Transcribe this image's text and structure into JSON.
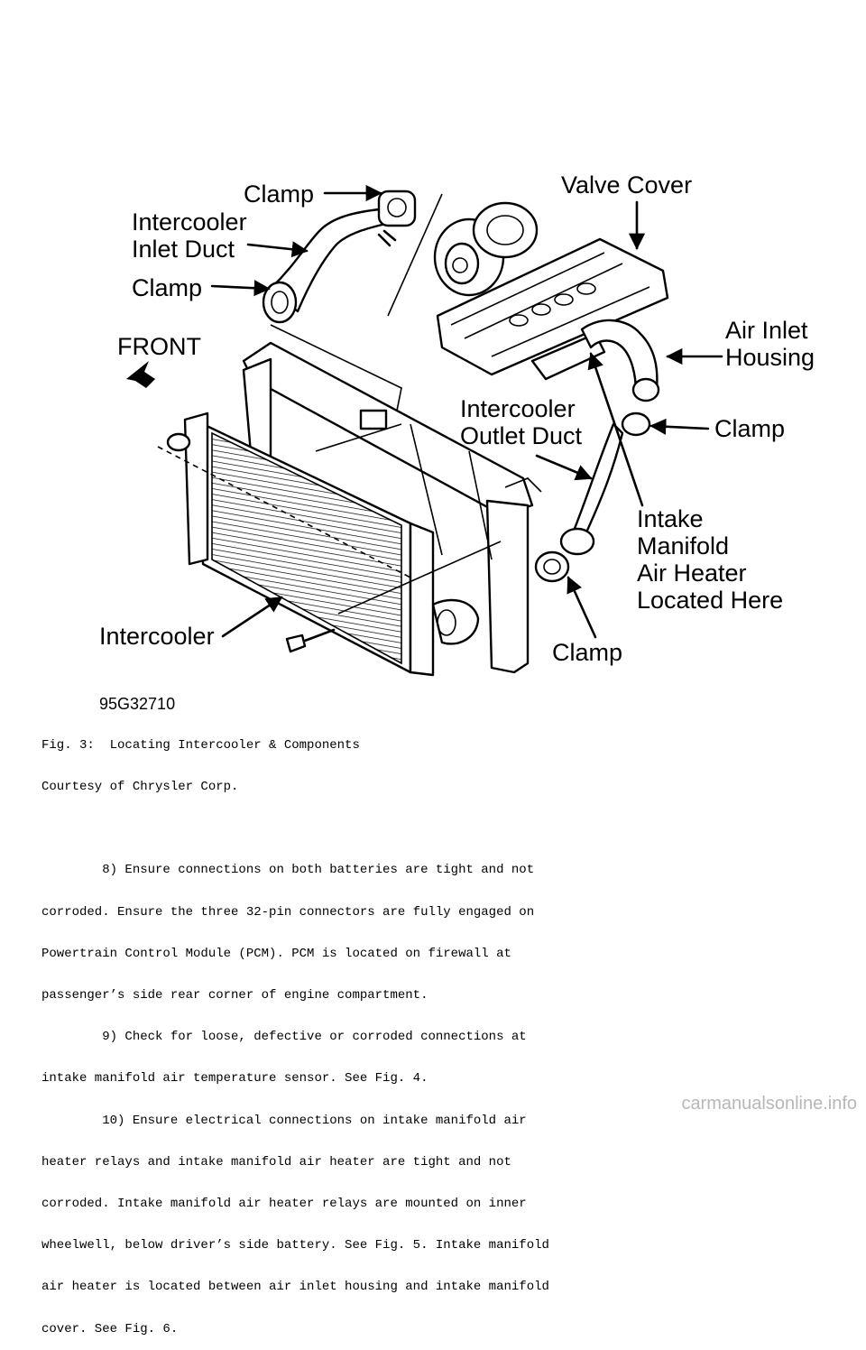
{
  "figure": {
    "labels": {
      "clamp_top": "Clamp",
      "intercooler_inlet_duct_1": "Intercooler",
      "intercooler_inlet_duct_2": "Inlet Duct",
      "clamp_mid": "Clamp",
      "front": "FRONT",
      "valve_cover": "Valve Cover",
      "air_inlet_housing_1": "Air Inlet",
      "air_inlet_housing_2": "Housing",
      "intercooler_outlet_duct_1": "Intercooler",
      "intercooler_outlet_duct_2": "Outlet Duct",
      "clamp_right": "Clamp",
      "intake_heater_1": "Intake",
      "intake_heater_2": "Manifold",
      "intake_heater_3": "Air Heater",
      "intake_heater_4": "Located Here",
      "intercooler": "Intercooler",
      "clamp_bottom": "Clamp",
      "figure_code": "95G32710"
    }
  },
  "text": {
    "lines": [
      "Fig. 3:  Locating Intercooler & Components",
      "Courtesy of Chrysler Corp.",
      "",
      "        8) Ensure connections on both batteries are tight and not",
      "corroded. Ensure the three 32-pin connectors are fully engaged on",
      "Powertrain Control Module (PCM). PCM is located on firewall at",
      "passenger’s side rear corner of engine compartment.",
      "        9) Check for loose, defective or corroded connections at",
      "intake manifold air temperature sensor. See Fig. 4.",
      "        10) Ensure electrical connections on intake manifold air",
      "heater relays and intake manifold air heater are tight and not",
      "corroded. Intake manifold air heater relays are mounted on inner",
      "wheelwell, below driver’s side battery. See Fig. 5. Intake manifold",
      "air heater is located between air inlet housing and intake manifold",
      "cover. See Fig. 6."
    ]
  },
  "watermark": "carmanualsonline.info"
}
